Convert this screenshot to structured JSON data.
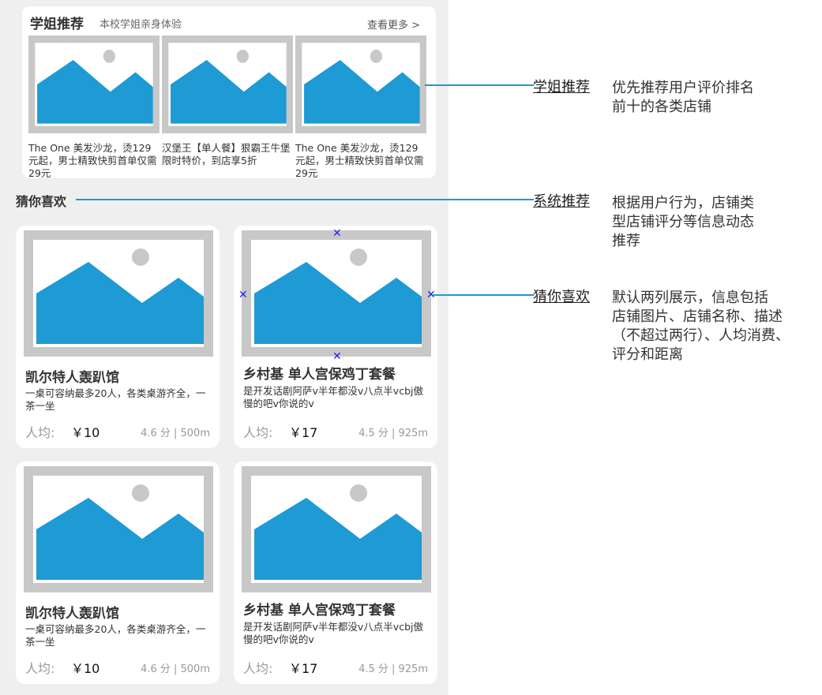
{
  "senior": {
    "title": "学姐推荐",
    "subtitle": "本校学姐亲身体验",
    "more": "查看更多 >",
    "items": [
      {
        "desc": "The One 美发沙龙，烫129元起，男士精致快剪首单仅需29元"
      },
      {
        "desc": "汉堡王【单人餐】狠霸王牛堡限时特价，到店享5折"
      },
      {
        "desc": "The One 美发沙龙，烫129元起，男士精致快剪首单仅需29元"
      }
    ]
  },
  "guess": {
    "title": "猜你喜欢",
    "cards": [
      {
        "name": "凯尔特人轰趴馆",
        "desc": "一桌可容纳最多20人，各类桌游齐全，一茶一坐",
        "price_label": "人均:",
        "price": "￥10",
        "meta": "4.6 分 | 500m"
      },
      {
        "name": "乡村基 单人宫保鸡丁套餐",
        "desc": "是开发话剧阿萨v半年都没v八点半vcbj傲慢的吧v你说的v",
        "price_label": "人均:",
        "price": "￥17",
        "meta": "4.5 分 | 925m"
      },
      {
        "name": "凯尔特人轰趴馆",
        "desc": "一桌可容纳最多20人，各类桌游齐全，一茶一坐",
        "price_label": "人均:",
        "price": "￥10",
        "meta": "4.6 分 | 500m"
      },
      {
        "name": "乡村基 单人宫保鸡丁套餐",
        "desc": "是开发话剧阿萨v半年都没v八点半vcbj傲慢的吧v你说的v",
        "price_label": "人均:",
        "price": "￥17",
        "meta": "4.5 分 | 925m"
      }
    ]
  },
  "annotations": [
    {
      "label": "学姐推荐",
      "text": "优先推荐用户评价排名\n前十的各类店铺"
    },
    {
      "label": "系统推荐",
      "text": "根据用户行为，店铺类\n型店铺评分等信息动态\n推荐"
    },
    {
      "label": "猜你喜欢",
      "text": "默认两列展示，信息包括\n店铺图片、店铺名称、描述\n（不超过两行）、人均消费、\n评分和距离"
    }
  ],
  "icons": {
    "placeholder_image": "image-placeholder-icon",
    "selection_marker": "x-marker-icon"
  },
  "colors": {
    "accent": "#1a9ccf",
    "placeholder_frame": "#c8c8c8",
    "mountain": "#1e9ad4",
    "marker": "#2222ee"
  }
}
